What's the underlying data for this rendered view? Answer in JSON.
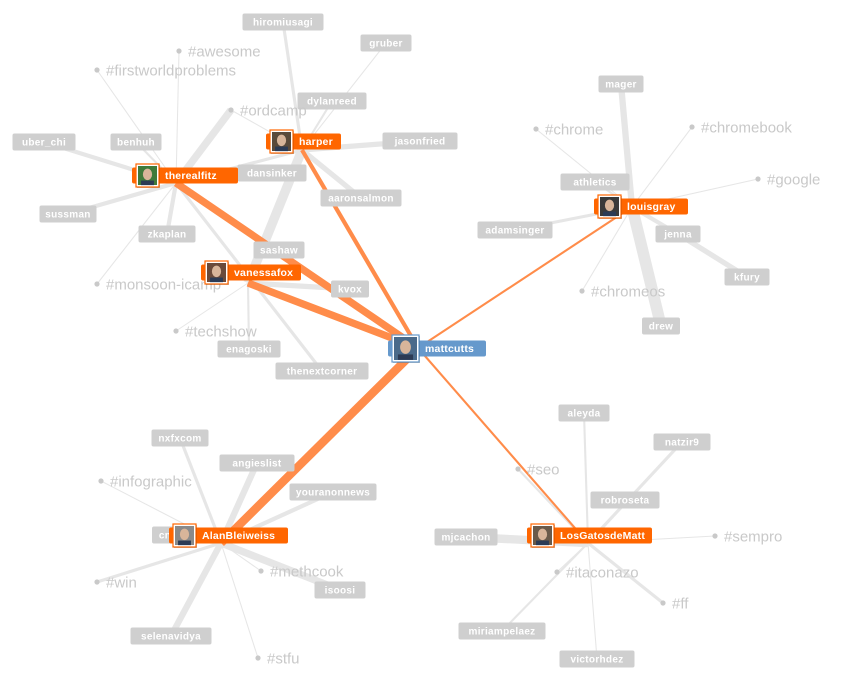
{
  "colors": {
    "hub": "#ff6600",
    "center": "#6699cc",
    "hub_edge": "#ff8c4a",
    "leaf": "#cfcfcf",
    "leaf_edge": "#e6e6e6",
    "tag": "#c9c9c9"
  },
  "center": "mattcutts",
  "hubs": [
    "harper",
    "therealfitz",
    "vanessafox",
    "mattcutts",
    "louisgray",
    "AlanBleiweiss",
    "LosGatosdeMatt"
  ],
  "users": [
    "hiromiusagi",
    "gruber",
    "dylanreed",
    "jasonfried",
    "aaronsalmon",
    "uber_chi",
    "benhuh",
    "dansinker",
    "sussman",
    "zkaplan",
    "sashaw",
    "kvox",
    "enagoski",
    "thenextcorner",
    "mager",
    "athletics",
    "adamsinger",
    "jenna",
    "kfury",
    "drew",
    "nxfxcom",
    "angieslist",
    "youranonnews",
    "cn",
    "isoosi",
    "selenavidya",
    "aleyda",
    "natzir9",
    "robroseta",
    "mjcachon",
    "miriampelaez",
    "victorhdez"
  ],
  "hashtags": [
    "#awesome",
    "#firstworldproblems",
    "#ordcamp",
    "#monsoon-icamp",
    "#techshow",
    "#chrome",
    "#chromebook",
    "#google",
    "#chromeos",
    "#infographic",
    "#win",
    "#methcook",
    "#stfu",
    "#seo",
    "#sempro",
    "#itaconazo",
    "#ff"
  ],
  "edges": [
    {
      "from": "therealfitz",
      "to": "uber_chi",
      "strength": 4
    },
    {
      "from": "therealfitz",
      "to": "benhuh",
      "strength": 2
    },
    {
      "from": "therealfitz",
      "to": "sussman",
      "strength": 4
    },
    {
      "from": "therealfitz",
      "to": "zkaplan",
      "strength": 4
    },
    {
      "from": "therealfitz",
      "to": "#awesome",
      "strength": 1
    },
    {
      "from": "therealfitz",
      "to": "#firstworldproblems",
      "strength": 1
    },
    {
      "from": "therealfitz",
      "to": "#monsoon-icamp",
      "strength": 1
    },
    {
      "from": "therealfitz",
      "to": "#ordcamp",
      "strength": 7
    },
    {
      "from": "therealfitz",
      "to": "harper",
      "strength": 3
    },
    {
      "from": "therealfitz",
      "to": "thenextcorner",
      "strength": 3
    },
    {
      "from": "harper",
      "to": "hiromiusagi",
      "strength": 3
    },
    {
      "from": "harper",
      "to": "gruber",
      "strength": 1
    },
    {
      "from": "harper",
      "to": "dylanreed",
      "strength": 2
    },
    {
      "from": "harper",
      "to": "jasonfried",
      "strength": 5
    },
    {
      "from": "harper",
      "to": "aaronsalmon",
      "strength": 5
    },
    {
      "from": "harper",
      "to": "#ordcamp",
      "strength": 1
    },
    {
      "from": "harper",
      "to": "vanessafox",
      "strength": 9
    },
    {
      "from": "vanessafox",
      "to": "kvox",
      "strength": 5
    },
    {
      "from": "vanessafox",
      "to": "enagoski",
      "strength": 2
    },
    {
      "from": "vanessafox",
      "to": "#techshow",
      "strength": 1
    },
    {
      "from": "louisgray",
      "to": "mager",
      "strength": 6
    },
    {
      "from": "louisgray",
      "to": "drew",
      "strength": 11
    },
    {
      "from": "louisgray",
      "to": "#chrome",
      "strength": 1
    },
    {
      "from": "louisgray",
      "to": "#chromebook",
      "strength": 1
    },
    {
      "from": "louisgray",
      "to": "#google",
      "strength": 1
    },
    {
      "from": "louisgray",
      "to": "athletics",
      "strength": 2
    },
    {
      "from": "louisgray",
      "to": "adamsinger",
      "strength": 3
    },
    {
      "from": "louisgray",
      "to": "jenna",
      "strength": 4
    },
    {
      "from": "jenna",
      "to": "kfury",
      "strength": 5
    },
    {
      "from": "louisgray",
      "to": "#chromeos",
      "strength": 1
    },
    {
      "from": "AlanBleiweiss",
      "to": "nxfxcom",
      "strength": 3
    },
    {
      "from": "AlanBleiweiss",
      "to": "angieslist",
      "strength": 6
    },
    {
      "from": "AlanBleiweiss",
      "to": "youranonnews",
      "strength": 4
    },
    {
      "from": "AlanBleiweiss",
      "to": "cn",
      "strength": 4
    },
    {
      "from": "AlanBleiweiss",
      "to": "#infographic",
      "strength": 1
    },
    {
      "from": "AlanBleiweiss",
      "to": "#win",
      "strength": 3
    },
    {
      "from": "AlanBleiweiss",
      "to": "isoosi",
      "strength": 7
    },
    {
      "from": "AlanBleiweiss",
      "to": "#methcook",
      "strength": 1
    },
    {
      "from": "AlanBleiweiss",
      "to": "selenavidya",
      "strength": 6
    },
    {
      "from": "AlanBleiweiss",
      "to": "#stfu",
      "strength": 1
    },
    {
      "from": "LosGatosdeMatt",
      "to": "aleyda",
      "strength": 2
    },
    {
      "from": "LosGatosdeMatt",
      "to": "natzir9",
      "strength": 3
    },
    {
      "from": "LosGatosdeMatt",
      "to": "#seo",
      "strength": 2
    },
    {
      "from": "LosGatosdeMatt",
      "to": "mjcachon",
      "strength": 8
    },
    {
      "from": "LosGatosdeMatt",
      "to": "#sempro",
      "strength": 1
    },
    {
      "from": "LosGatosdeMatt",
      "to": "#itaconazo",
      "strength": 1
    },
    {
      "from": "LosGatosdeMatt",
      "to": "#ff",
      "strength": 3
    },
    {
      "from": "LosGatosdeMatt",
      "to": "miriampelaez",
      "strength": 2
    },
    {
      "from": "LosGatosdeMatt",
      "to": "victorhdez",
      "strength": 1
    },
    {
      "from": "mattcutts",
      "to": "harper",
      "strength": 4
    },
    {
      "from": "mattcutts",
      "to": "therealfitz",
      "strength": 7
    },
    {
      "from": "mattcutts",
      "to": "vanessafox",
      "strength": 7
    },
    {
      "from": "mattcutts",
      "to": "louisgray",
      "strength": 2
    },
    {
      "from": "mattcutts",
      "to": "AlanBleiweiss",
      "strength": 8
    },
    {
      "from": "mattcutts",
      "to": "LosGatosdeMatt",
      "strength": 2
    }
  ]
}
